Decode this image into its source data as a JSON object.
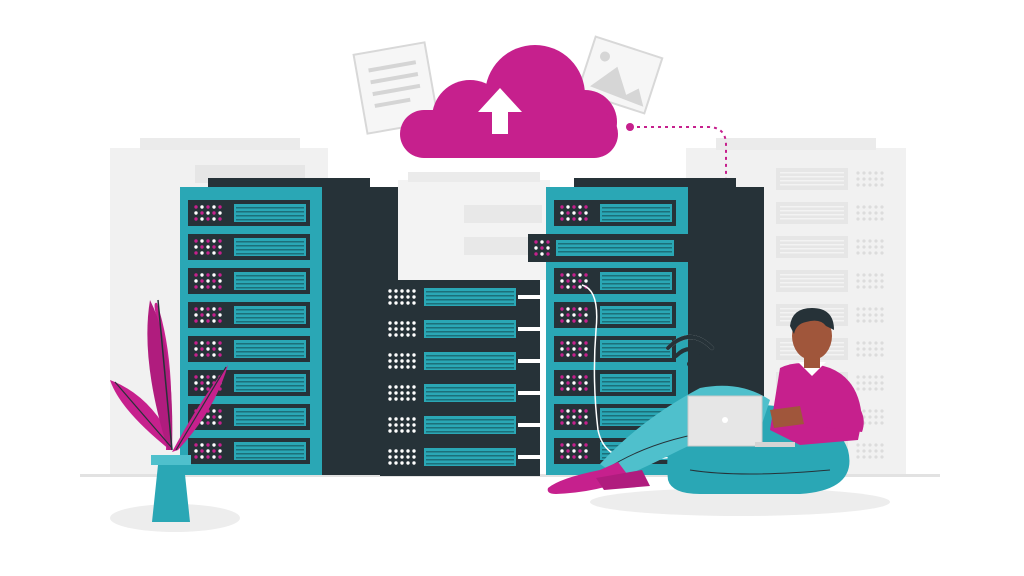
{
  "colors": {
    "background": "#ffffff",
    "ghost": "#f1f1f1",
    "ghost_dark": "#e2e2e2",
    "rack_dark": "#263238",
    "teal": "#2aa7b5",
    "teal_light": "#4fc0cc",
    "magenta": "#c6208d",
    "skin": "#a0563b",
    "hair": "#263238",
    "laptop": "#e6e6e6",
    "paper": "#f6f6f6"
  },
  "icons": {
    "upload": "upload-arrow-icon",
    "wifi": "wifi-icon",
    "document": "document-icon",
    "image": "image-icon"
  },
  "scene": {
    "left_rack_units": 8,
    "middle_rack_units": 6,
    "right_rack_units": 8
  }
}
